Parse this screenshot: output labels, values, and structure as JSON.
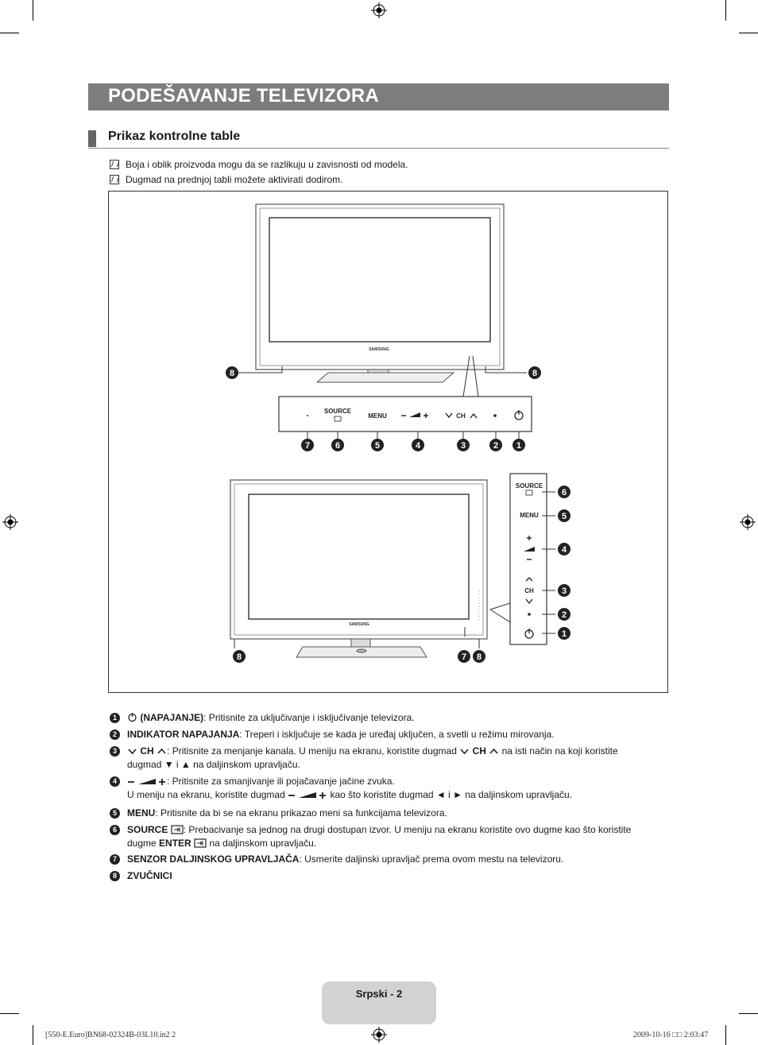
{
  "page_title": "PODEŠAVANJE TELEVIZORA",
  "section_title": "Prikaz kontrolne table",
  "notes": [
    "Boja i oblik proizvoda mogu da se razlikuju u zavisnosti od modela.",
    "Dugmad na prednjoj tabli možete aktivirati dodirom."
  ],
  "diagram": {
    "brand": "SAMSUNG",
    "panel_labels": {
      "source": "SOURCE",
      "menu": "MENU",
      "ch": "CH"
    },
    "callouts": [
      "1",
      "2",
      "3",
      "4",
      "5",
      "6",
      "7",
      "8"
    ]
  },
  "legend": [
    {
      "num": "1",
      "bold": "(NAPAJANJE)",
      "text": ": Pritisnite za uključivanje i isključivanje televizora."
    },
    {
      "num": "2",
      "bold": "INDIKATOR NAPAJANJA",
      "text": ": Treperi i isključuje se kada je uređaj uključen, a svetli u režimu mirovanja."
    },
    {
      "num": "3",
      "bold": "CH",
      "text": ": Pritisnite za menjanje kanala. U meniju na ekranu, koristite dugmad",
      "text_b": "na isti način na koji koristite",
      "line2": "dugmad ▼ i ▲ na daljinskom upravljaču."
    },
    {
      "num": "4",
      "text": ": Pritisnite za smanjivanje ili pojačavanje jačine zvuka.",
      "line2a": "U meniju na ekranu, koristite dugmad",
      "line2b": "kao što koristite dugmad ◄ i ► na daljinskom upravljaču."
    },
    {
      "num": "5",
      "bold": "MENU",
      "text": ": Pritisnite da bi se na ekranu prikazao meni sa funkcijama televizora."
    },
    {
      "num": "6",
      "bold": "SOURCE",
      "text": ": Prebacivanje sa jednog na drugi dostupan izvor. U meniju na ekranu koristite ovo dugme kao što koristite",
      "line2a": "dugme",
      "line2bold": "ENTER",
      "line2b": "na daljinskom upravljaču."
    },
    {
      "num": "7",
      "bold": "SENZOR DALJINSKOG UPRAVLJAČA",
      "text": ": Usmerite daljinski upravljač prema ovom mestu na televizoru."
    },
    {
      "num": "8",
      "bold": "ZVUČNICI"
    }
  ],
  "footer": {
    "page_label": "Srpski - 2",
    "file_info": "[550-E.Euro]BN68-02324B-03L10.in2   2",
    "timestamp": "2009-10-16   □□ 2:03:47"
  },
  "colors": {
    "title_bar": "#7d7d7d",
    "footer_tab": "#d2d2d2",
    "callout": "#222222"
  }
}
